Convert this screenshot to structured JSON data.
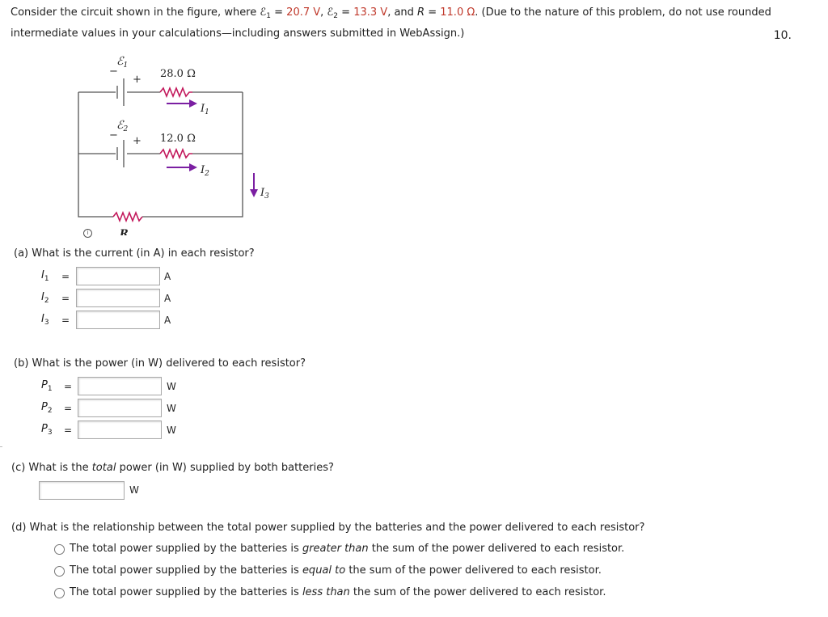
{
  "problem": {
    "text_1": "Consider the circuit shown in the figure, where ",
    "emf_symbol": "ℰ",
    "emf1_sub": "1",
    "eq": " = ",
    "emf1_value": "20.7 V",
    "comma": ", ",
    "emf2_sub": "2",
    "emf2_value": "13.3 V",
    "and_r": ", and ",
    "r_symbol": "R",
    "r_value": "11.0 Ω",
    "text_2": ". (Due to the nature of this problem, do not use rounded intermediate values in your calculations—including answers submitted in WebAssign.)",
    "number": "10."
  },
  "figure": {
    "emf1_label": "ℰ",
    "emf1_sub": "1",
    "emf2_label": "ℰ",
    "emf2_sub": "2",
    "minus": "−",
    "plus": "+",
    "r1_label": "28.0 Ω",
    "r2_label": "12.0 Ω",
    "r_label": "R",
    "i1_label": "I",
    "i1_sub": "1",
    "i2_label": "I",
    "i2_sub": "2",
    "i3_label": "I",
    "i3_sub": "3",
    "wire_color": "#555555",
    "resistor_color": "#c2185b",
    "arrow_color": "#7b1fa2",
    "info_icon": "i"
  },
  "part_a": {
    "question": "(a)  What is the current (in A) in each resistor?",
    "rows": [
      {
        "var": "I",
        "sub": "1",
        "eq": "=",
        "value": "",
        "unit": "A"
      },
      {
        "var": "I",
        "sub": "2",
        "eq": "=",
        "value": "",
        "unit": "A"
      },
      {
        "var": "I",
        "sub": "3",
        "eq": "=",
        "value": "",
        "unit": "A"
      }
    ]
  },
  "part_b": {
    "question": "(b)  What is the power (in W) delivered to each resistor?",
    "rows": [
      {
        "var": "P",
        "sub": "1",
        "eq": "=",
        "value": "",
        "unit": "W"
      },
      {
        "var": "P",
        "sub": "2",
        "eq": "=",
        "value": "",
        "unit": "W"
      },
      {
        "var": "P",
        "sub": "3",
        "eq": "=",
        "value": "",
        "unit": "W"
      }
    ]
  },
  "part_c": {
    "q_prefix": "(c)   What is the ",
    "q_italic": "total",
    "q_suffix": " power (in W) supplied by both batteries?",
    "value": "",
    "unit": "W"
  },
  "part_d": {
    "question": "(d)   What is the relationship between the total power supplied by the batteries and the power delivered to each resistor?",
    "options": [
      {
        "prefix": "The total power supplied by the batteries is ",
        "italic": "greater than",
        "suffix": " the sum of the power delivered to each resistor."
      },
      {
        "prefix": "The total power supplied by the batteries is ",
        "italic": "equal to",
        "suffix": " the sum of the power delivered to each resistor."
      },
      {
        "prefix": "The total power supplied by the batteries is ",
        "italic": "less than",
        "suffix": " the sum of the power delivered to each resistor."
      }
    ]
  }
}
